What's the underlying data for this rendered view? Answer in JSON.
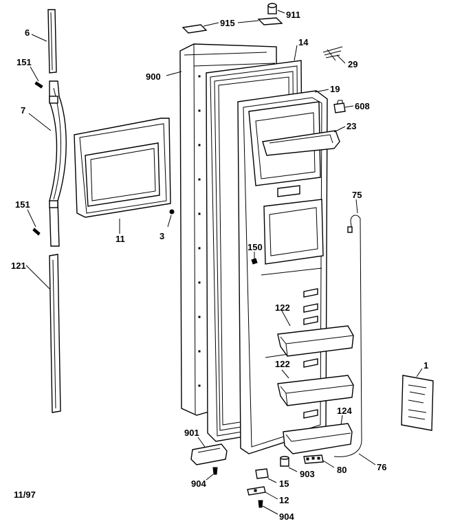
{
  "diagram": {
    "date_code": "11/97",
    "labels": {
      "p6": "6",
      "p151a": "151",
      "p7": "7",
      "p151b": "151",
      "p121": "121",
      "p11": "11",
      "p3": "3",
      "p900": "900",
      "p915": "915",
      "p911": "911",
      "p14": "14",
      "p29": "29",
      "p19": "19",
      "p608": "608",
      "p23": "23",
      "p75": "75",
      "p150": "150",
      "p122a": "122",
      "p122b": "122",
      "p1": "1",
      "p124": "124",
      "p901": "901",
      "p904a": "904",
      "p15": "15",
      "p903": "903",
      "p80": "80",
      "p76": "76",
      "p12": "12",
      "p904b": "904"
    }
  }
}
